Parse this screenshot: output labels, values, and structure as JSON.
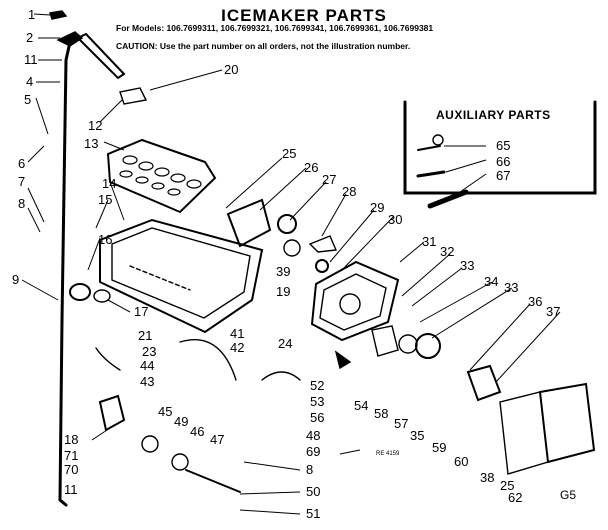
{
  "title": "ICEMAKER PARTS",
  "models": "For Models: 106.7699311, 106.7699321, 106.7699341, 106.7699361, 106.7699381",
  "caution": "CAUTION: Use the part number on all orders, not the illustration number.",
  "auxiliary_title": "AUXILIARY PARTS",
  "diagram_code": "RE 4159",
  "corner_mark": "G5",
  "callouts": [
    "1",
    "2",
    "11",
    "4",
    "5",
    "6",
    "7",
    "8",
    "9",
    "12",
    "13",
    "14",
    "15",
    "16",
    "17",
    "18",
    "70",
    "71",
    "11",
    "20",
    "21",
    "23",
    "24",
    "25",
    "26",
    "27",
    "28",
    "29",
    "30",
    "31",
    "32",
    "33",
    "34",
    "33",
    "36",
    "37",
    "38",
    "25",
    "62",
    "39",
    "19",
    "41",
    "42",
    "44",
    "43",
    "45",
    "46",
    "47",
    "48",
    "49",
    "52",
    "53",
    "54",
    "56",
    "57",
    "58",
    "35",
    "59",
    "60",
    "65",
    "66",
    "67",
    "69",
    "8",
    "50",
    "51"
  ]
}
